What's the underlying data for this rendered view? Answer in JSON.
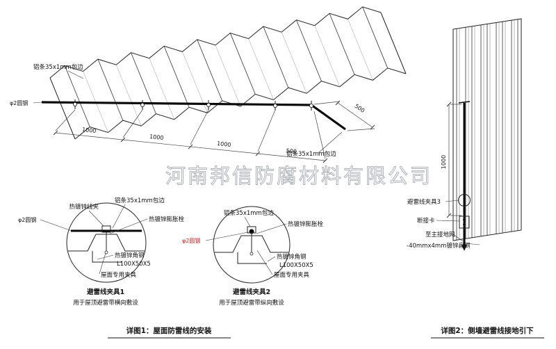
{
  "watermark": "河南邦信防腐材料有限公司",
  "main_view": {
    "label_alu_top": "铝条35x1mm包边",
    "label_alu_right": "铝条35x1mm包边",
    "label_round_steel": "φ2圆钢",
    "dim_1": "1000",
    "dim_2": "1000",
    "dim_3": "1000",
    "dim_4": "500",
    "dim_right": "500"
  },
  "detail1": {
    "label_wire_clip": "热镀锌线夹",
    "label_alu": "铝条35x1mm包边",
    "label_bolt": "热镀锌膨胀栓",
    "label_round_steel": "φ2圆钢",
    "label_angle_steel": "热镀锌角钢",
    "label_angle_spec": "L100X50X5",
    "label_fixture": "屋面专用夹具",
    "title": "避雷线夹具1",
    "subtitle": "用于屋顶避雷带横向敷设"
  },
  "detail2": {
    "label_alu": "铝条35x1mm包边",
    "label_bolt": "热镀锌膨胀栓",
    "label_round_steel": "φ2圆钢",
    "label_angle_steel": "热镀锌角钢",
    "label_angle_spec": "L100X50X5",
    "label_fixture": "屋面专用夹具",
    "title": "避雷线夹具2",
    "subtitle": "用于屋顶避雷带纵向敷设"
  },
  "caption1": "详图1：屋面防雷线的安装",
  "wall_view": {
    "label_clamp3": "避雷线夹具3",
    "label_disconnect": "断接卡",
    "label_to_ground": "至主接地网",
    "label_flat_steel": "-40mmx4mm镀锌扁钢",
    "dim_height": "1000"
  },
  "caption2": "详图2：侧墙避雷线接地引下",
  "colors": {
    "red": "#cc2222",
    "line": "#222222",
    "watermark": "#9aa0a6"
  }
}
